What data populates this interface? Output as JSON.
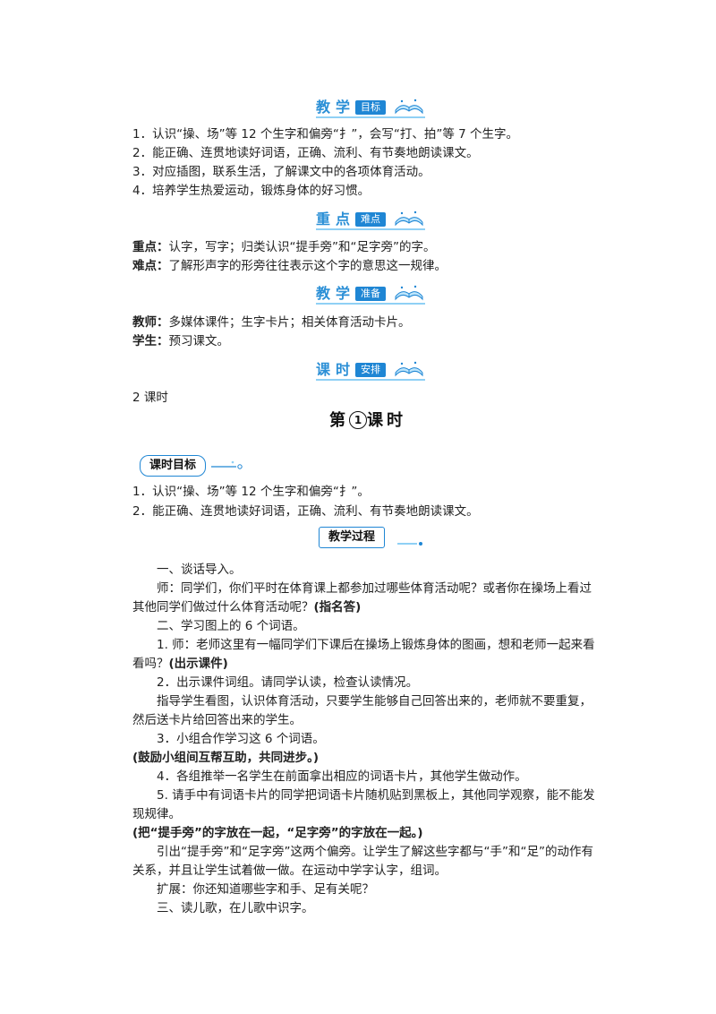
{
  "sections": {
    "goals": {
      "big": "教学",
      "tag": "目标",
      "items": [
        "1．认识“操、场”等 12 个生字和偏旁“扌”，会写“打、拍”等 7 个生字。",
        "2．能正确、连贯地读好词语，正确、流利、有节奏地朗读课文。",
        "3．对应插图，联系生活，了解课文中的各项体育活动。",
        "4．培养学生热爱运动，锻炼身体的好习惯。"
      ]
    },
    "keys": {
      "big": "重点",
      "tag": "难点",
      "key_label": "重点：",
      "key_text": "认字，写字；归类认识“提手旁”和“足字旁”的字。",
      "hard_label": "难点：",
      "hard_text": "了解形声字的形旁往往表示这个字的意思这一规律。"
    },
    "prep": {
      "big": "教学",
      "tag": "准备",
      "teacher_label": "教师：",
      "teacher_text": "多媒体课件；生字卡片；相关体育活动卡片。",
      "student_label": "学生：",
      "student_text": "预习课文。"
    },
    "time": {
      "big": "课时",
      "tag": "安排",
      "text": "2 课时"
    }
  },
  "lesson": {
    "pre": "第",
    "num": "1",
    "post": "课时",
    "goals_label": "课时目标",
    "goals": [
      "1．认识“操、场”等 12 个生字和偏旁“扌”。",
      "2．能正确、连贯地读好词语，正确、流利、有节奏地朗读课文。"
    ],
    "process_label": "教学过程",
    "process": {
      "l1": "一、谈话导入。",
      "l2": "师：同学们，你们平时在体育课上都参加过哪些体育活动呢？或者你在操场上看过其他同学们做过什么体育活动呢？",
      "l2b": "(指名答)",
      "l3": "二、学习图上的 6 个词语。",
      "l4": "1. 师：老师这里有一幅同学们下课后在操场上锻炼身体的图画，想和老师一起来看看吗？",
      "l4b": "(出示课件)",
      "l5": "2．出示课件词组。请同学认读，检查认读情况。",
      "l6": "指导学生看图，认识体育活动，只要学生能够自己回答出来的，老师就不要重复，然后送卡片给回答出来的学生。",
      "l7": "3．小组合作学习这 6 个词语。",
      "l8": "(鼓励小组间互帮互助，共同进步。)",
      "l9": "4．各组推举一名学生在前面拿出相应的词语卡片，其他学生做动作。",
      "l10": "5. 请手中有词语卡片的同学把词语卡片随机贴到黑板上，其他同学观察，能不能发现规律。",
      "l11": "(把“提手旁”的字放在一起，“足字旁”的字放在一起。)",
      "l12": "引出“提手旁”和“足字旁”这两个偏旁。让学生了解这些字都与“手”和“足”的动作有关系，并且让学生试着做一做。在运动中学字认字，组词。",
      "l13": "扩展：你还知道哪些字和手、足有关呢？",
      "l14": "三、读儿歌，在儿歌中识字。"
    }
  },
  "colors": {
    "accent": "#1f86d4",
    "accent_light": "#8fd0f5"
  }
}
